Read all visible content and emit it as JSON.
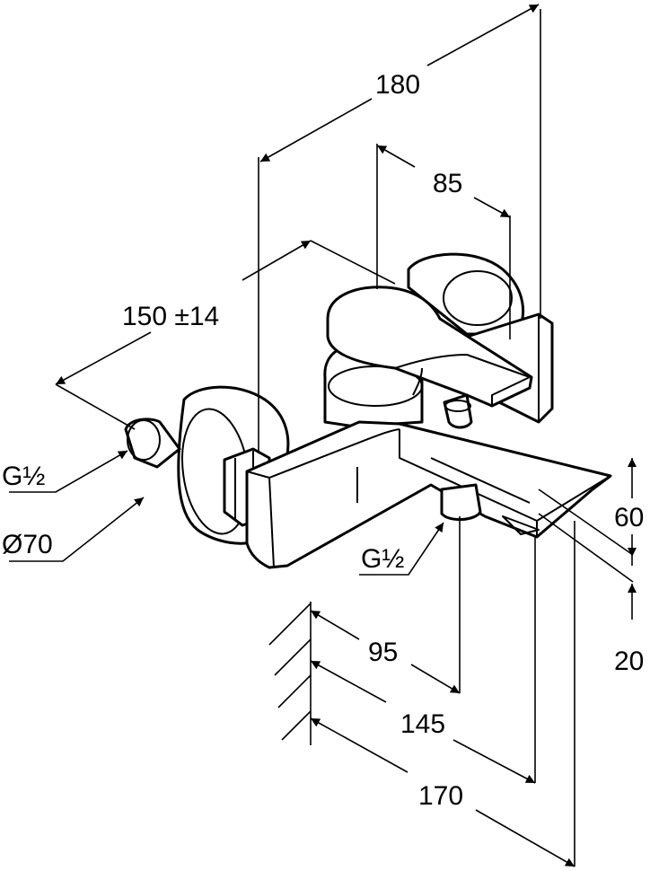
{
  "dimensions": {
    "overall_length": "180",
    "handle_offset": "85",
    "center_distance": "150 ±14",
    "thread_left": "G½",
    "rosette_diameter": "Ø70",
    "thread_bottom": "G½",
    "height": "60",
    "spout_height": "20",
    "depth_1": "95",
    "depth_2": "145",
    "depth_3": "170"
  }
}
